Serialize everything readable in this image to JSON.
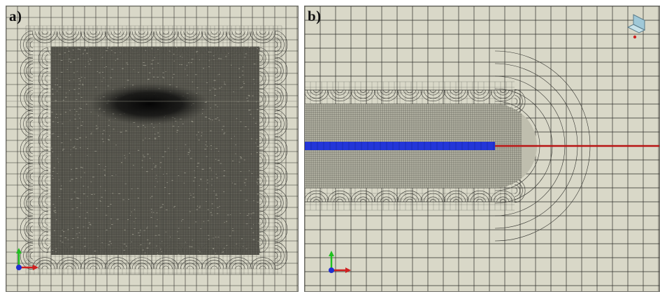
{
  "figure": {
    "panels": [
      {
        "id": "a",
        "label": "a)"
      },
      {
        "id": "b",
        "label": "b)"
      }
    ]
  },
  "colors": {
    "mesh_face": "#d9d8c8",
    "mesh_line": "#2e2e2a",
    "dense_region": "#5c5b52",
    "crack_fill": "#2336d8",
    "crack_path": "#b81414",
    "axis_y": "#20c020",
    "axis_x": "#d02020",
    "axis_origin": "#1f2fd0",
    "border": "#6d6d66"
  },
  "icons": {
    "triad_a": "coordinate-triad-icon",
    "triad_b": "coordinate-triad-icon",
    "view_cube": "view-orientation-icon"
  }
}
